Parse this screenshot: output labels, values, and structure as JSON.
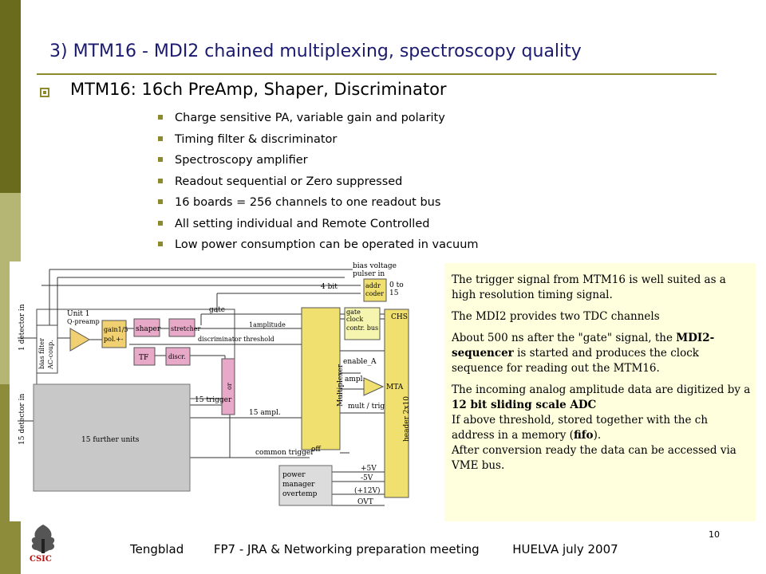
{
  "slide": {
    "title": "3) MTM16 - MDI2  chained multiplexing, spectroscopy quality",
    "main_bullet": "MTM16:  16ch PreAmp, Shaper, Discriminator",
    "sub_bullets": [
      "Charge sensitive PA, variable gain and polarity",
      "Timing filter & discriminator",
      "Spectroscopy amplifier",
      "Readout sequential or Zero suppressed",
      "16 boards = 256 channels to one readout bus",
      "All setting individual and Remote Controlled",
      "Low power consumption can be operated in vacuum"
    ],
    "page_number": "10"
  },
  "textbox": {
    "p1": "The trigger signal from MTM16 is well suited as a high resolution timing signal.",
    "p2": "The MDI2 provides two TDC channels",
    "p3_pre": "About 500 ns after the \"gate\" signal, the ",
    "p3_bold": "MDI2-sequencer",
    "p3_post": " is started and produces the clock sequence for reading out the MTM16.",
    "p4_a": "The incoming analog amplitude data are digitized by a ",
    "p4_bold1": "12 bit sliding scale ADC",
    "p4_b": "If above threshold, stored together with the ch  address in a memory (",
    "p4_bold2": "fifo",
    "p4_c": ").",
    "p4_d": "After conversion ready the data can be accessed via VME bus."
  },
  "footer": {
    "author": "Tengblad",
    "event": "FP7 - JRA & Networking preparation meeting",
    "place": "HUELVA july 2007"
  },
  "logo": {
    "text": "CSIC"
  },
  "diagram": {
    "bias_voltage": "bias voltage",
    "pulser_in": "pulser in",
    "bit4": "4 bit",
    "addr": "addr",
    "coder": "coder",
    "range0": "0 to",
    "range15": "15",
    "unit1": "Unit 1",
    "gate": "gate",
    "gate2": "gate",
    "clock": "clock",
    "contr_bus": "contr. bus",
    "chs": "CHS",
    "q_preamp": "Q-preamp",
    "gain": "gain1/5",
    "pol": "pol.+-",
    "shaper": "shaper",
    "stretcher": "stretcher",
    "amplitude1": "1amplitude",
    "disc_threshold": "discriminator threshold",
    "tf": "TF",
    "discr": "discr.",
    "enable_a": "enable_A",
    "ampl": "ampl.",
    "mta": "MTA",
    "mult_trig": "mult / trig",
    "or": "or",
    "multiplexer": "Multiplexer",
    "header": "header 2x10",
    "detector1": "1 detector in",
    "bias_filter": "bias filter",
    "ac_coup": "AC-coup.",
    "detector15": "15 detector in",
    "further_units": "15 further units",
    "trigger15": "15 trigger",
    "ampl15": "15 ampl.",
    "off": "off",
    "common_trigger": "common trigger",
    "power": "power",
    "manager": "manager",
    "overtemp": "overtemp",
    "v_pos5": "+5V",
    "v_neg5": "-5V",
    "v_12": "(+12V)",
    "ovt": "OVT"
  }
}
